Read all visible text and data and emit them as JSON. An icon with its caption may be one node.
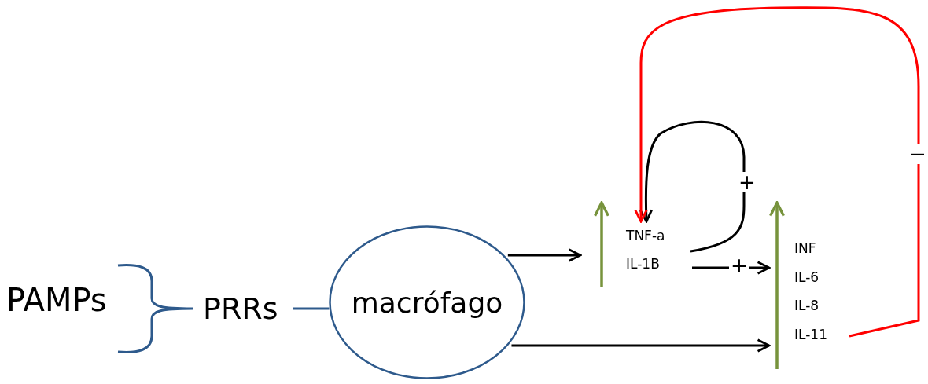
{
  "diagram": {
    "nodes": [
      {
        "text": [
          "PAMPs"
        ]
      },
      {
        "text": [
          "PRRs"
        ]
      },
      {
        "text": [
          "macrófago"
        ]
      },
      {
        "text": [
          "TNF-a",
          "IL-1B"
        ]
      },
      {
        "text": [
          "INF",
          "IL-6",
          "IL-8",
          "IL-11"
        ]
      }
    ],
    "edges": [
      {
        "from": 1,
        "to": 2,
        "arrow": "none",
        "color": "#2e5a8c"
      },
      {
        "from": 2,
        "to": 3,
        "arrow": "to"
      },
      {
        "from": 2,
        "to": 4,
        "arrow": "to"
      },
      {
        "from": 3,
        "to": 4,
        "arrow": "to",
        "label": "+"
      },
      {
        "from": 3,
        "to": 3,
        "arrow": "to",
        "label": "+"
      },
      {
        "from": 4,
        "to": 3,
        "arrow": "to",
        "label": "−",
        "color": "#ff0000"
      }
    ]
  }
}
